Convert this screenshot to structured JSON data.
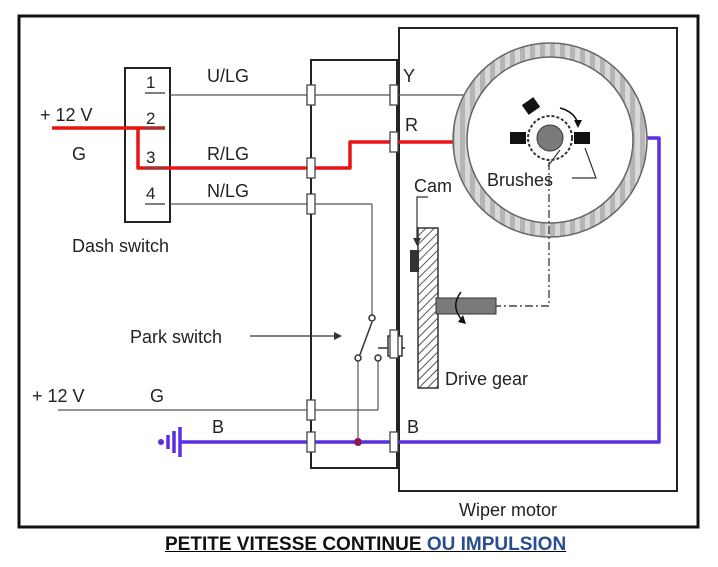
{
  "labels": {
    "supply_top": "+ 12 V",
    "ground_top": "G",
    "dash_switch": "Dash switch",
    "park_switch": "Park switch",
    "supply_bottom": "+ 12 V",
    "ground_bottom": "G",
    "ground_wire": "B",
    "cam": "Cam",
    "brushes": "Brushes",
    "drive_gear": "Drive gear",
    "wiper_motor": "Wiper motor"
  },
  "terminals": [
    "1",
    "2",
    "3",
    "4"
  ],
  "wires": {
    "w1": "U/LG",
    "w3": "R/LG",
    "w4": "N/LG",
    "right_y": "Y",
    "right_r": "R",
    "right_b": "B"
  },
  "caption": {
    "part1": "PETITE VITESSE CONTINUE",
    "part2": "OU IMPULSION"
  },
  "colors": {
    "feed_wire": "#e81414",
    "ground_wire": "#5a2ee6",
    "thin_wire": "#555555",
    "junction": "#8b1a5a",
    "caption_highlight": "#2a4d8f"
  }
}
